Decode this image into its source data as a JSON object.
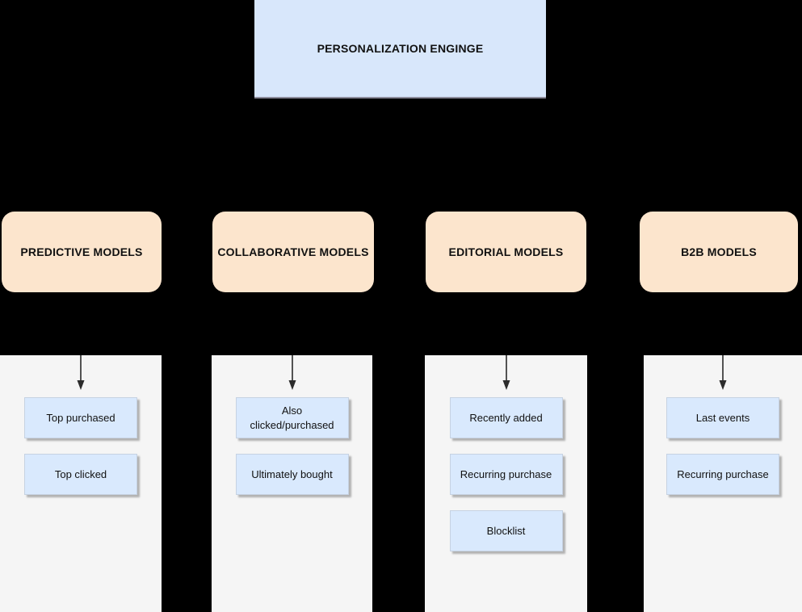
{
  "diagram": {
    "title": "PERSONALIZATION ENGINGE",
    "colors": {
      "background": "#000000",
      "root_fill": "#D8E7FB",
      "category_fill": "#FCE5CD",
      "panel_fill": "#F5F5F5",
      "item_fill": "#D9E9FD",
      "arrow": "#2b2b2b"
    },
    "columns": [
      {
        "label": "PREDICTIVE MODELS",
        "items": {
          "0": "Top purchased",
          "1": "Top clicked"
        }
      },
      {
        "label": "COLLABORATIVE MODELS",
        "items": {
          "0": "Also clicked/purchased",
          "1": "Ultimately bought"
        }
      },
      {
        "label": "EDITORIAL MODELS",
        "items": {
          "0": "Recently added",
          "1": "Recurring purchase",
          "2": "Blocklist"
        }
      },
      {
        "label": "B2B MODELS",
        "items": {
          "0": "Last events",
          "1": "Recurring purchase"
        }
      }
    ]
  }
}
